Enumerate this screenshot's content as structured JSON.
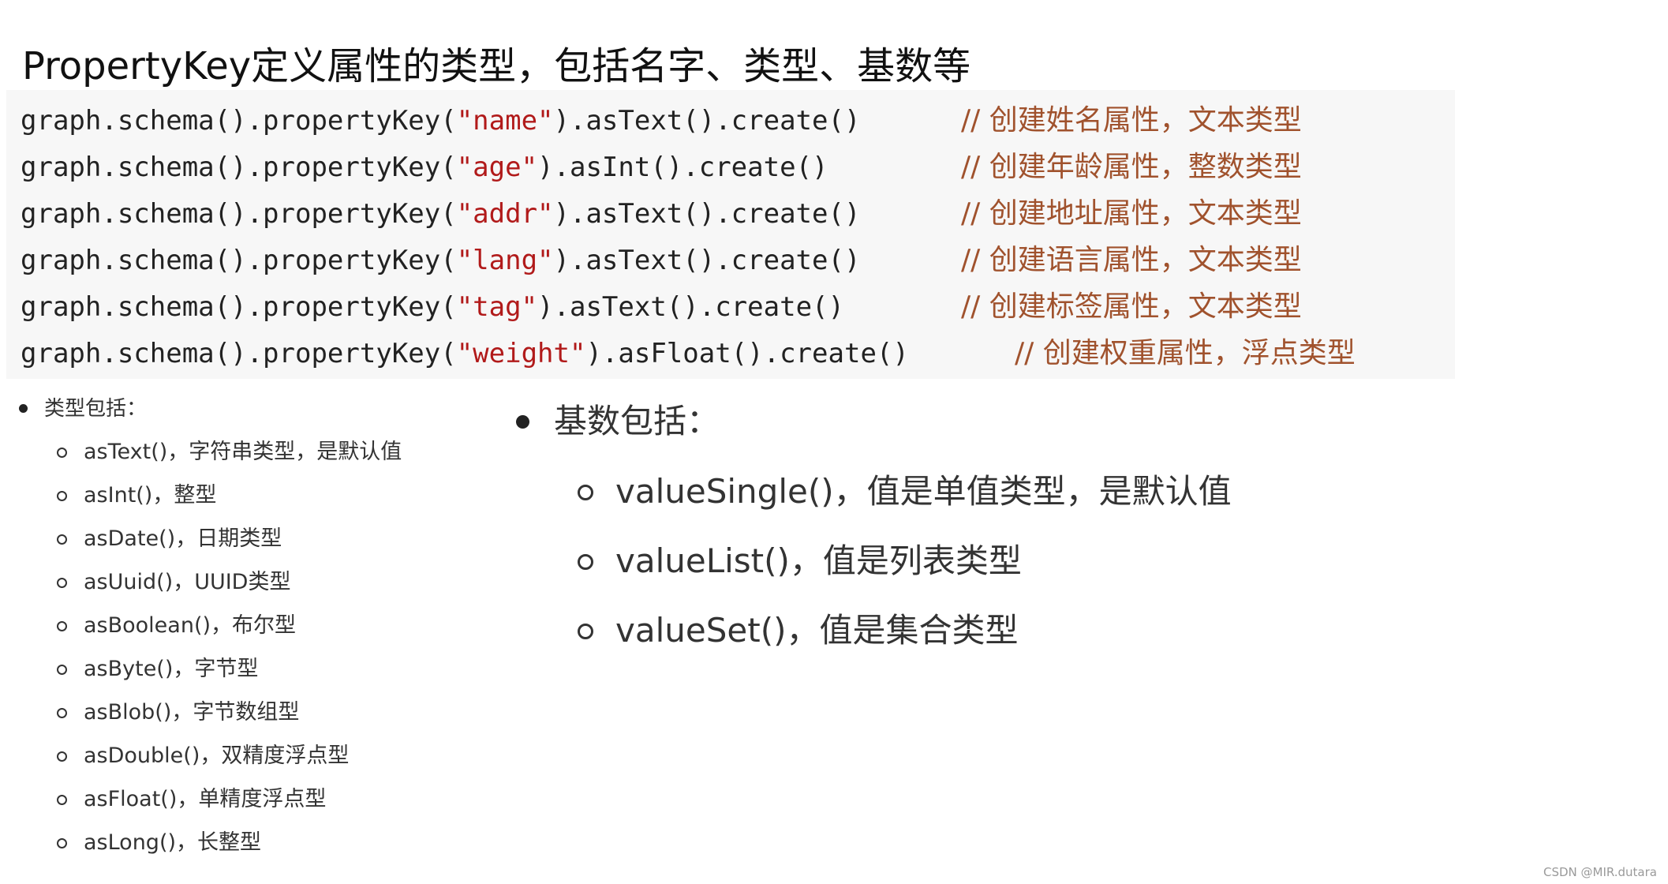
{
  "title": "PropertyKey定义属性的类型，包括名字、类型、基数等",
  "code_lines": [
    {
      "prefix": "graph.schema().propertyKey(",
      "string": "\"name\"",
      "suffix": ").asText().create()",
      "comment": "// 创建姓名属性，文本类型"
    },
    {
      "prefix": "graph.schema().propertyKey(",
      "string": "\"age\"",
      "suffix": ").asInt().create()",
      "comment": "// 创建年龄属性，整数类型"
    },
    {
      "prefix": "graph.schema().propertyKey(",
      "string": "\"addr\"",
      "suffix": ").asText().create()",
      "comment": "// 创建地址属性，文本类型"
    },
    {
      "prefix": "graph.schema().propertyKey(",
      "string": "\"lang\"",
      "suffix": ").asText().create()",
      "comment": "// 创建语言属性，文本类型"
    },
    {
      "prefix": "graph.schema().propertyKey(",
      "string": "\"tag\"",
      "suffix": ").asText().create()",
      "comment": "// 创建标签属性，文本类型"
    },
    {
      "prefix": "graph.schema().propertyKey(",
      "string": "\"weight\"",
      "suffix": ").asFloat().create()",
      "comment": "// 创建权重属性，浮点类型"
    }
  ],
  "types": {
    "header": "类型包括：",
    "items": [
      "asText()，字符串类型，是默认值",
      "asInt()，整型",
      "asDate()，日期类型",
      "asUuid()，UUID类型",
      "asBoolean()，布尔型",
      "asByte()，字节型",
      "asBlob()，字节数组型",
      "asDouble()，双精度浮点型",
      "asFloat()，单精度浮点型",
      "asLong()，长整型"
    ]
  },
  "cardinality": {
    "header": "基数包括：",
    "items": [
      "valueSingle()，值是单值类型，是默认值",
      "valueList()，值是列表类型",
      "valueSet()，值是集合类型"
    ]
  },
  "watermark": "CSDN @MIR.dutara"
}
